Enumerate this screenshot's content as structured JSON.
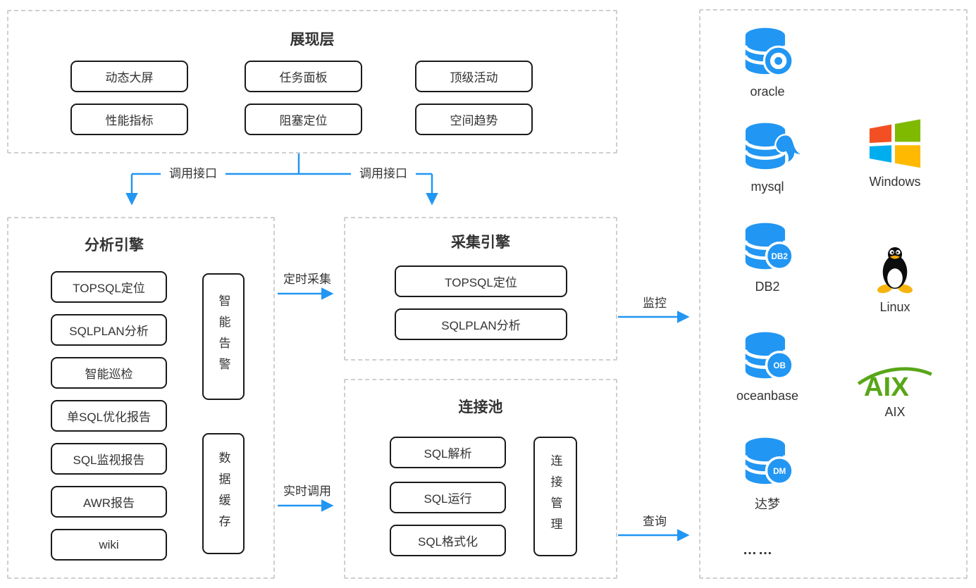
{
  "colors": {
    "accent": "#2196F3",
    "box_border": "#1a1a1a",
    "dashed_border": "#cfcfcf",
    "text": "#333333",
    "windows_red": "#F25022",
    "windows_green": "#7FBA00",
    "windows_blue": "#00ADEF",
    "windows_yellow": "#FFB900",
    "aix_green": "#58A618",
    "tux_orange": "#F6B40E"
  },
  "presentation": {
    "title": "展现层",
    "buttons": [
      "动态大屏",
      "性能指标",
      "任务面板",
      "阻塞定位",
      "顶级活动",
      "空间趋势"
    ]
  },
  "connectors": {
    "call_api_left": "调用接口",
    "call_api_right": "调用接口",
    "scheduled_collect": "定时采集",
    "realtime_call": "实时调用",
    "monitor": "监控",
    "query": "查询"
  },
  "analysis": {
    "title": "分析引擎",
    "buttons": [
      "TOPSQL定位",
      "SQLPLAN分析",
      "智能巡检",
      "单SQL优化报告",
      "SQL监视报告",
      "AWR报告",
      "wiki"
    ],
    "side_boxes": [
      "智能告警",
      "数据缓存"
    ]
  },
  "collection": {
    "title": "采集引擎",
    "buttons": [
      "TOPSQL定位",
      "SQLPLAN分析"
    ]
  },
  "pool": {
    "title": "连接池",
    "buttons": [
      "SQL解析",
      "SQL运行",
      "SQL格式化"
    ],
    "side_box": "连接管理"
  },
  "targets": {
    "databases": [
      {
        "name": "oracle"
      },
      {
        "name": "mysql"
      },
      {
        "name": "DB2",
        "badge": "DB2"
      },
      {
        "name": "oceanbase",
        "badge": "OB"
      },
      {
        "name": "达梦",
        "badge": "DM"
      }
    ],
    "more": "……",
    "os": [
      "Windows",
      "Linux",
      "AIX"
    ]
  }
}
